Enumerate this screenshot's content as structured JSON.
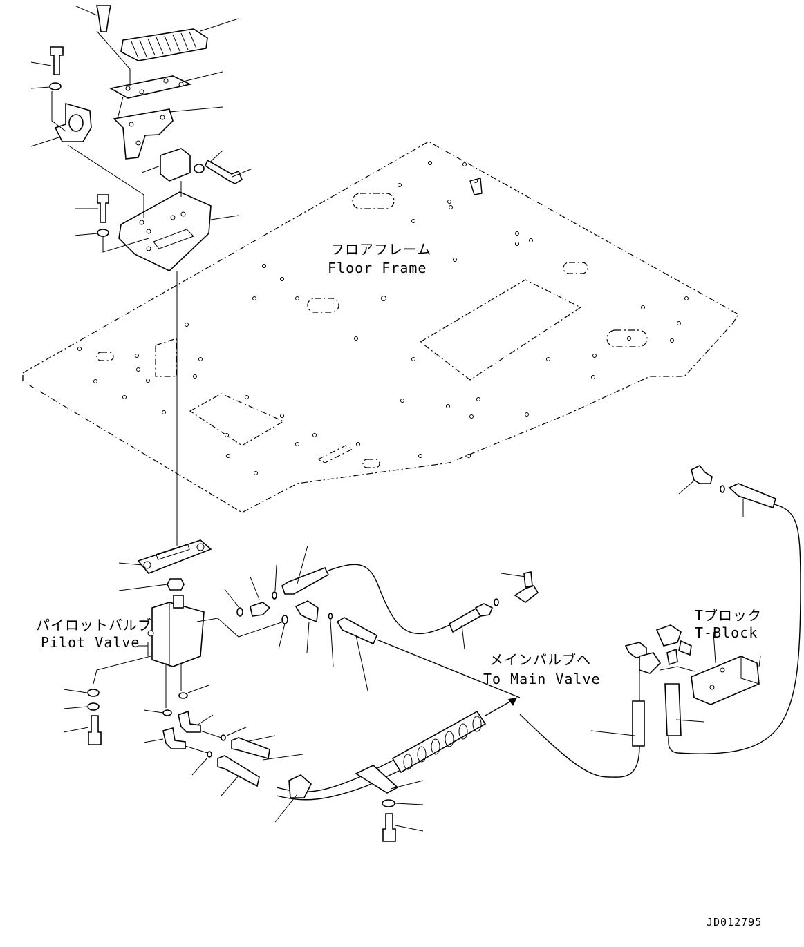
{
  "labels": {
    "floor_frame_jp": "フロアフレーム",
    "floor_frame_en": "Floor Frame",
    "pilot_valve_jp": "パイロットバルブ",
    "pilot_valve_en": "Pilot Valve",
    "main_valve_jp": "メインバルブへ",
    "main_valve_en": "To Main Valve",
    "t_block_jp": "Tブロック",
    "t_block_en": "T-Block"
  },
  "drawing_id": "JD012795"
}
